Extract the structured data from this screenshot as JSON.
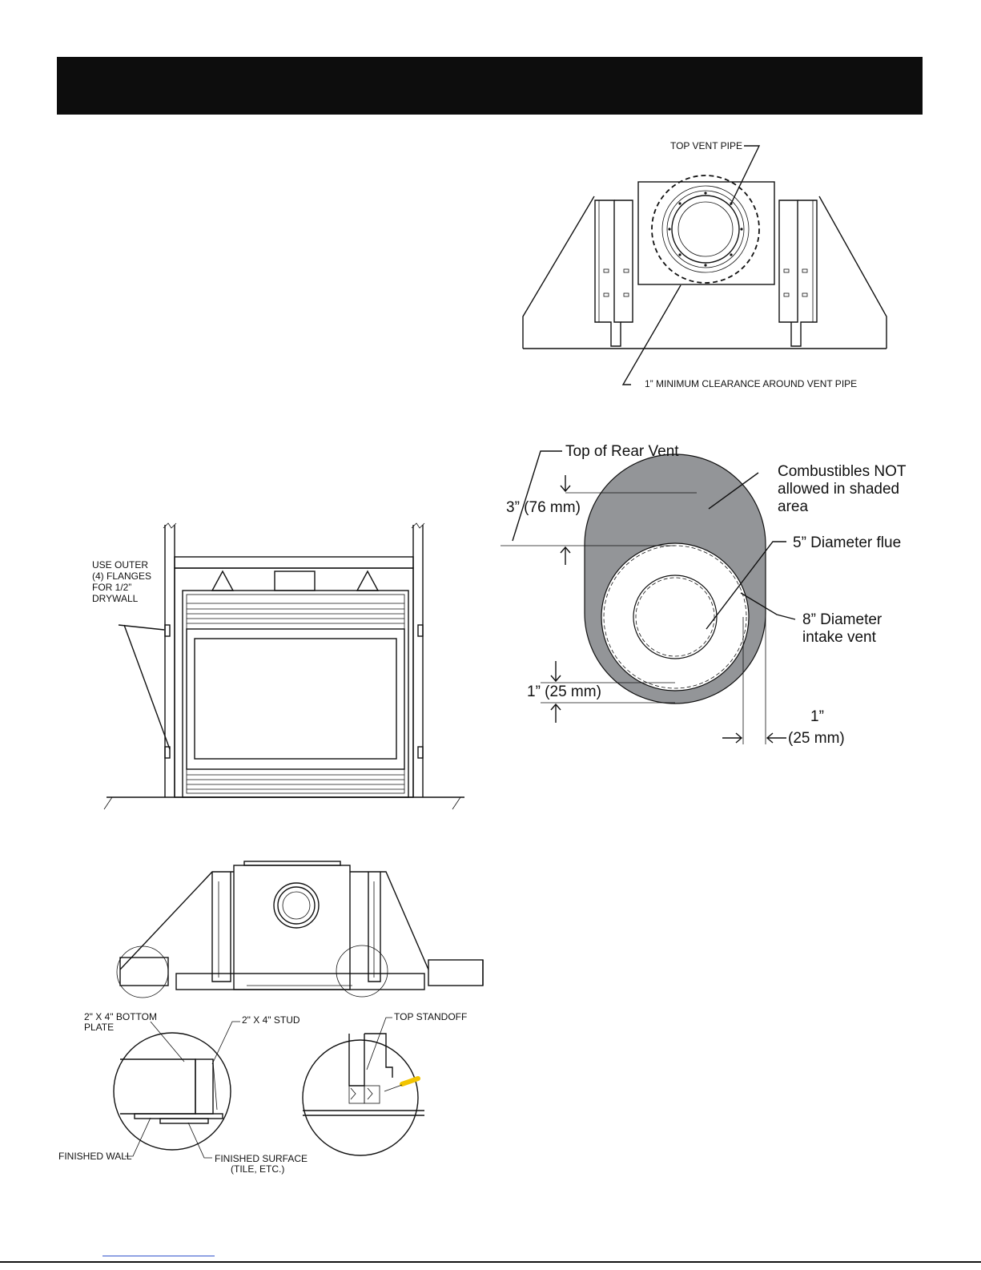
{
  "top_vent_figure": {
    "label_vent_pipe": "TOP VENT PIPE",
    "label_clearance": "1” MINIMUM CLEARANCE AROUND VENT PIPE"
  },
  "rear_vent_figure": {
    "label_top_rear_vent": "Top of Rear Vent",
    "label_3in": "3” (76 mm)",
    "label_combustibles_1": "Combustibles NOT",
    "label_combustibles_2": "allowed in shaded",
    "label_combustibles_3": "area",
    "label_flue": "5” Diameter flue",
    "label_intake_1": "8” Diameter",
    "label_intake_2": "intake vent",
    "label_1in_left": "1” (25 mm)",
    "label_1in_right_1": "1”",
    "label_1in_right_2": "(25 mm)",
    "shade_color": "#939598"
  },
  "front_figure": {
    "label_flanges_1": "USE OUTER",
    "label_flanges_2": "(4) FLANGES",
    "label_flanges_3": "FOR 1/2”",
    "label_flanges_4": "DRYWALL"
  },
  "detail_figure": {
    "label_bottom_plate_1": "2\" X 4\" BOTTOM",
    "label_bottom_plate_2": "PLATE",
    "label_stud": "2\" X 4\" STUD",
    "label_top_standoff": "TOP STANDOFF",
    "label_finished_wall": "FINISHED WALL",
    "label_finished_surface_1": "FINISHED SURFACE",
    "label_finished_surface_2": "(TILE, ETC.)",
    "screwdriver_color": "#f2c400"
  }
}
